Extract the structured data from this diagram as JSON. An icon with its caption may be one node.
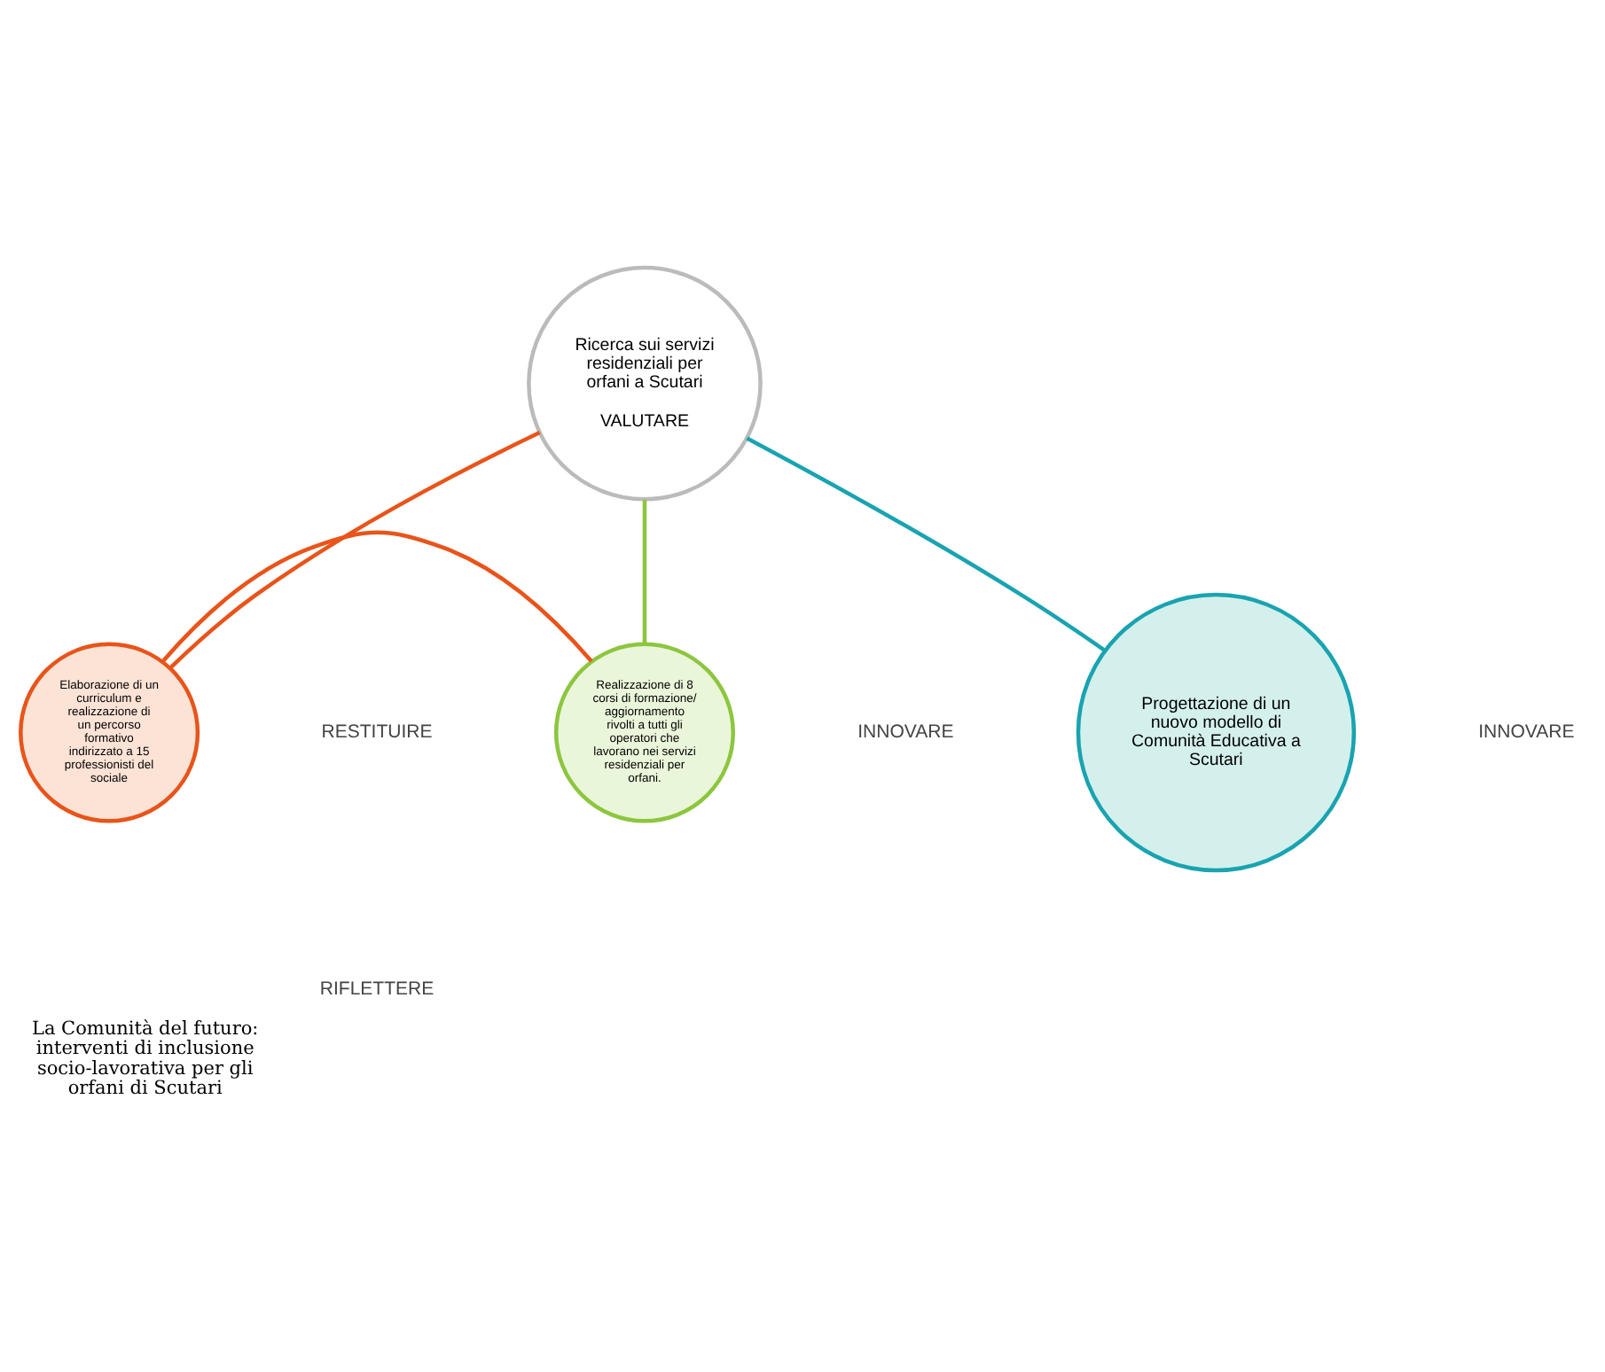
{
  "diagram": {
    "caption": "La Comunità del futuro: interventi di inclusione socio-lavorativa per gli orfani di Scutari",
    "nodes": [
      {
        "text": [
          "Ricerca sui servizi residenziali per orfani a Scutari",
          "VALUTARE"
        ]
      },
      {
        "text": [
          "Elaborazione di un curriculum e realizzazione di un percorso formativo indirizzato a 15 professionisti del sociale"
        ]
      },
      {
        "text": [
          "Realizzazione di 8 corsi di formazione/ aggiornamento rivolti a tutti gli operatori che lavorano nei servizi residenziali per orfani."
        ]
      },
      {
        "text": [
          "Progettazione di un nuovo modello di Comunità Educativa a Scutari"
        ]
      }
    ],
    "edges": [
      {
        "from": 0,
        "to": 1,
        "arrow": "none",
        "color": "#e8541a"
      },
      {
        "from": 0,
        "to": 2,
        "arrow": "none",
        "color": "#8cc63f"
      },
      {
        "from": 0,
        "to": 3,
        "arrow": "none",
        "color": "#1aa3b0"
      },
      {
        "from": 1,
        "to": 2,
        "arrow": "none",
        "color": "#e8541a"
      }
    ],
    "labels": [
      "RESTITUIRE",
      "RIFLETTERE",
      "INNOVARE",
      "INNOVARE"
    ]
  }
}
